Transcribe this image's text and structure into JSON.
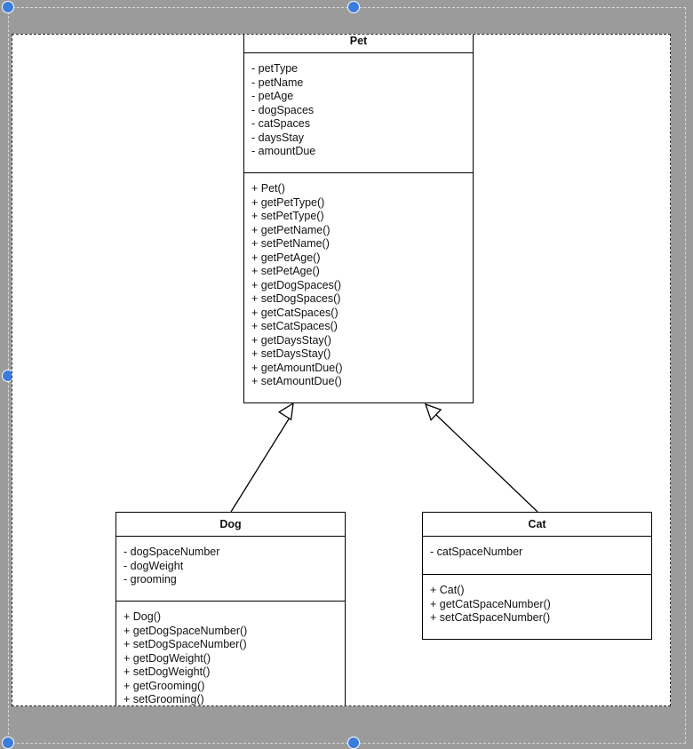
{
  "diagram": {
    "classes": [
      {
        "id": "pet",
        "name": "Pet",
        "attributes": [
          "- petType",
          "- petName",
          "- petAge",
          "- dogSpaces",
          "- catSpaces",
          "- daysStay",
          "- amountDue"
        ],
        "methods": [
          "+ Pet()",
          "+ getPetType()",
          "+ setPetType()",
          "+ getPetName()",
          "+ setPetName()",
          "+ getPetAge()",
          "+ setPetAge()",
          "+ getDogSpaces()",
          "+ setDogSpaces()",
          "+ getCatSpaces()",
          "+ setCatSpaces()",
          "+ getDaysStay()",
          "+ setDaysStay()",
          "+ getAmountDue()",
          "+ setAmountDue()"
        ]
      },
      {
        "id": "dog",
        "name": "Dog",
        "attributes": [
          "- dogSpaceNumber",
          "- dogWeight",
          "- grooming"
        ],
        "methods": [
          "+ Dog()",
          "+ getDogSpaceNumber()",
          "+ setDogSpaceNumber()",
          "+ getDogWeight()",
          "+ setDogWeight()",
          "+ getGrooming()",
          "+ setGrooming()"
        ]
      },
      {
        "id": "cat",
        "name": "Cat",
        "attributes": [
          "- catSpaceNumber"
        ],
        "methods": [
          "+ Cat()",
          "+ getCatSpaceNumber()",
          "+ setCatSpaceNumber()"
        ]
      }
    ],
    "relations": [
      {
        "type": "generalization",
        "from": "dog",
        "to": "pet"
      },
      {
        "type": "generalization",
        "from": "cat",
        "to": "pet"
      }
    ]
  },
  "colors": {
    "selection_handle": "#3b7ddd",
    "outer_background": "#9b9b9b"
  }
}
